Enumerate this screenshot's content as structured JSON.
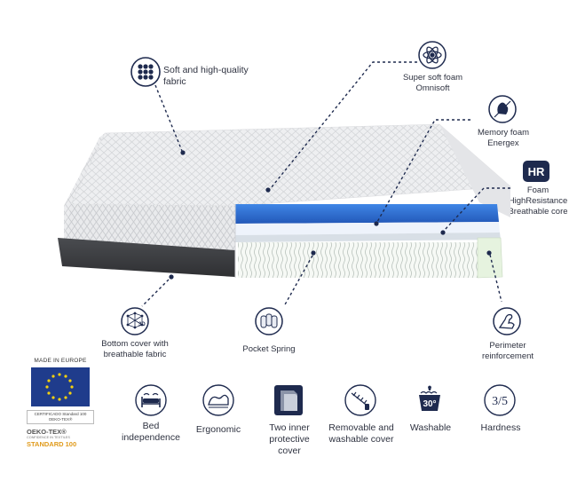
{
  "colors": {
    "ink": "#2b2f3a",
    "navy": "#1e2a4e",
    "foam_blue": "#2f6fd4",
    "eu_blue": "#1f3c8c",
    "eu_star": "#f5d10f",
    "oeko_orange": "#e09a1a"
  },
  "callouts": {
    "fabric": {
      "line1": "Soft and high-quality",
      "line2": "fabric",
      "icon": "fabric-weave-icon"
    },
    "super_soft": {
      "line1": "Super soft foam",
      "line2": "Omnisoft",
      "icon": "atom-icon"
    },
    "memory": {
      "line1": "Memory foam",
      "line2": "Energex",
      "icon": "hand-press-icon"
    },
    "hr": {
      "badge": "HR",
      "line1": "Foam",
      "line2": "HighResistance",
      "line3": "Breathable core"
    },
    "bottom_cover": {
      "line1": "Bottom cover with",
      "line2": "breathable fabric",
      "badge": "3D",
      "icon": "3d-mesh-icon"
    },
    "pocket_spring": {
      "line1": "Pocket Spring",
      "icon": "pocket-spring-icon"
    },
    "perimeter": {
      "line1": "Perimeter",
      "line2": "reinforcement",
      "icon": "flexed-arm-icon"
    }
  },
  "features": [
    {
      "line1": "Bed",
      "line2": "independence",
      "icon": "bed-icon"
    },
    {
      "line1": "Ergonomic",
      "line2": "",
      "icon": "ergonomic-pillow-icon"
    },
    {
      "line1": "Two inner",
      "line2": "protective",
      "line3": "cover",
      "icon": "layers-icon"
    },
    {
      "line1": "Removable and",
      "line2": "washable cover",
      "icon": "zipper-icon"
    },
    {
      "line1": "Washable",
      "line2": "",
      "badge": "30°",
      "icon": "wash-tub-icon"
    },
    {
      "line1": "Hardness",
      "line2": "",
      "rating": "3/5",
      "icon": "hardness-rating-icon"
    }
  ],
  "certification": {
    "made_in": "MADE IN EUROPE",
    "cert_line1": "CERTIFICADO Standard 100",
    "cert_line2": "OEKO-TEX®",
    "oeko_name": "OEKO-TEX®",
    "oeko_tagline": "CONFIDENCE IN TEXTILES",
    "oeko_standard": "STANDARD 100"
  }
}
